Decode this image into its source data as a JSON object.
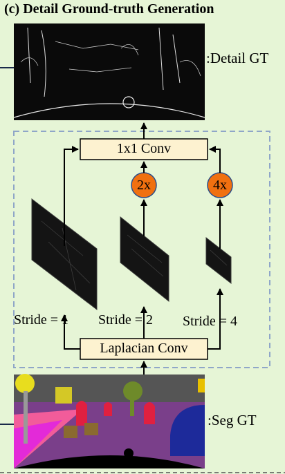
{
  "title": "(c) Detail Ground-truth Generation",
  "detail_gt_label": ":Detail GT",
  "seg_gt_label": ":Seg GT",
  "conv1x1_label": "1x1 Conv",
  "laplacian_label": "Laplacian Conv",
  "upsample": [
    {
      "label": "2x"
    },
    {
      "label": "4x"
    }
  ],
  "strides": [
    {
      "label": "Stride = 1"
    },
    {
      "label": "Stride = 2"
    },
    {
      "label": "Stride = 4"
    }
  ],
  "colors": {
    "background": "#e6f5d6",
    "box_fill": "#fdf2d0",
    "circle_fill": "#f07010",
    "dashed_border": "#8fa6c8",
    "map_fill": "#141414"
  }
}
